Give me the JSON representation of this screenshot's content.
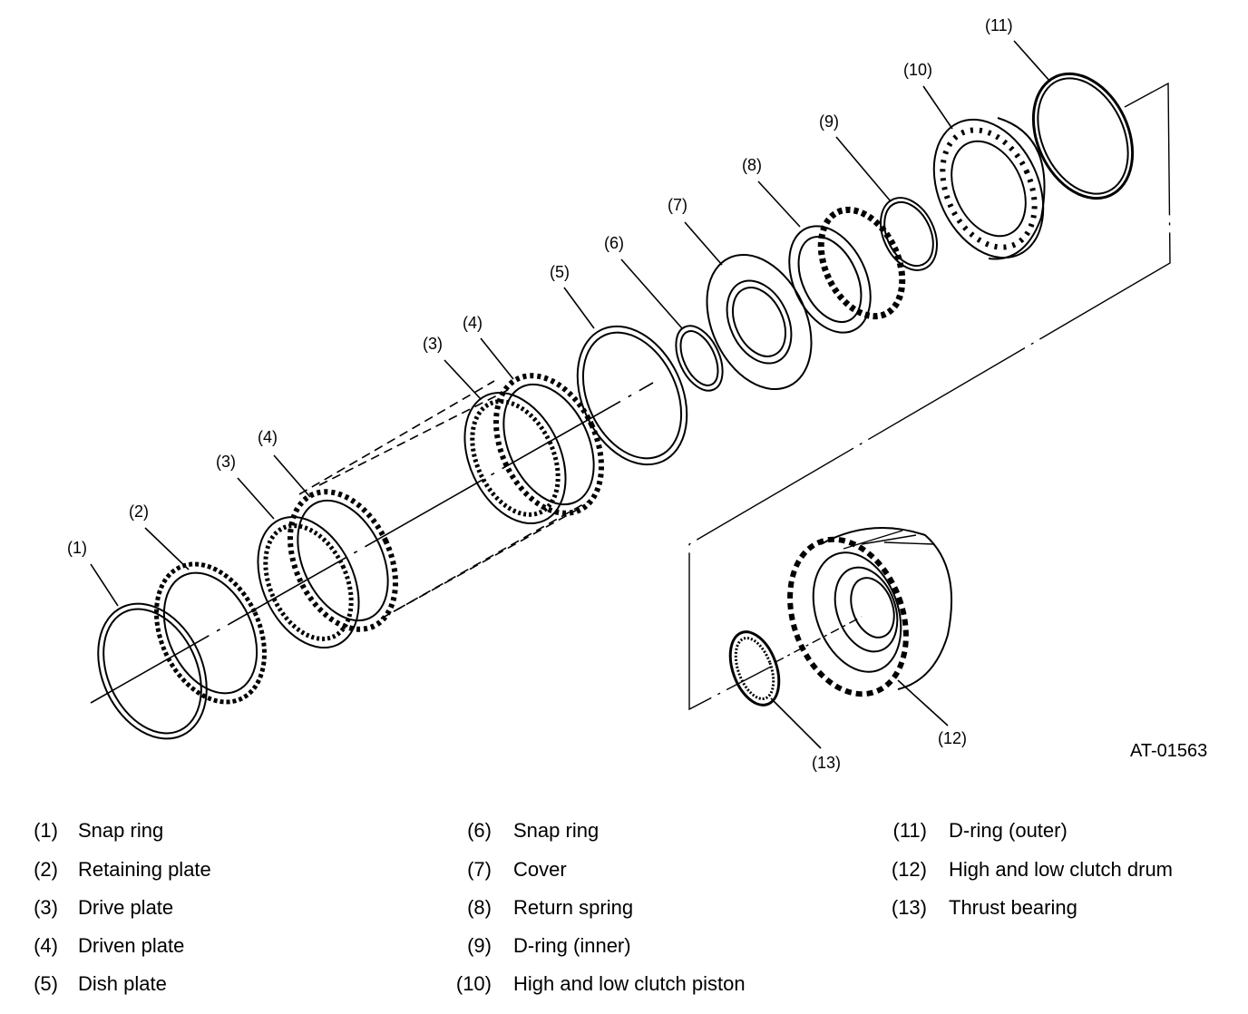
{
  "figure_id": "AT-01563",
  "callouts": [
    {
      "num": "(1)"
    },
    {
      "num": "(2)"
    },
    {
      "num": "(3)"
    },
    {
      "num": "(4)"
    },
    {
      "num": "(3)"
    },
    {
      "num": "(4)"
    },
    {
      "num": "(5)"
    },
    {
      "num": "(6)"
    },
    {
      "num": "(7)"
    },
    {
      "num": "(8)"
    },
    {
      "num": "(9)"
    },
    {
      "num": "(10)"
    },
    {
      "num": "(11)"
    },
    {
      "num": "(12)"
    },
    {
      "num": "(13)"
    }
  ],
  "legend": [
    {
      "num": "(1)",
      "label": "Snap ring"
    },
    {
      "num": "(2)",
      "label": "Retaining plate"
    },
    {
      "num": "(3)",
      "label": "Drive plate"
    },
    {
      "num": "(4)",
      "label": "Driven plate"
    },
    {
      "num": "(5)",
      "label": "Dish plate"
    },
    {
      "num": "(6)",
      "label": "Snap ring"
    },
    {
      "num": "(7)",
      "label": "Cover"
    },
    {
      "num": "(8)",
      "label": "Return spring"
    },
    {
      "num": "(9)",
      "label": "D-ring (inner)"
    },
    {
      "num": "(10)",
      "label": "High and low clutch piston"
    },
    {
      "num": "(11)",
      "label": "D-ring (outer)"
    },
    {
      "num": "(12)",
      "label": "High and low clutch drum"
    },
    {
      "num": "(13)",
      "label": "Thrust bearing"
    }
  ]
}
